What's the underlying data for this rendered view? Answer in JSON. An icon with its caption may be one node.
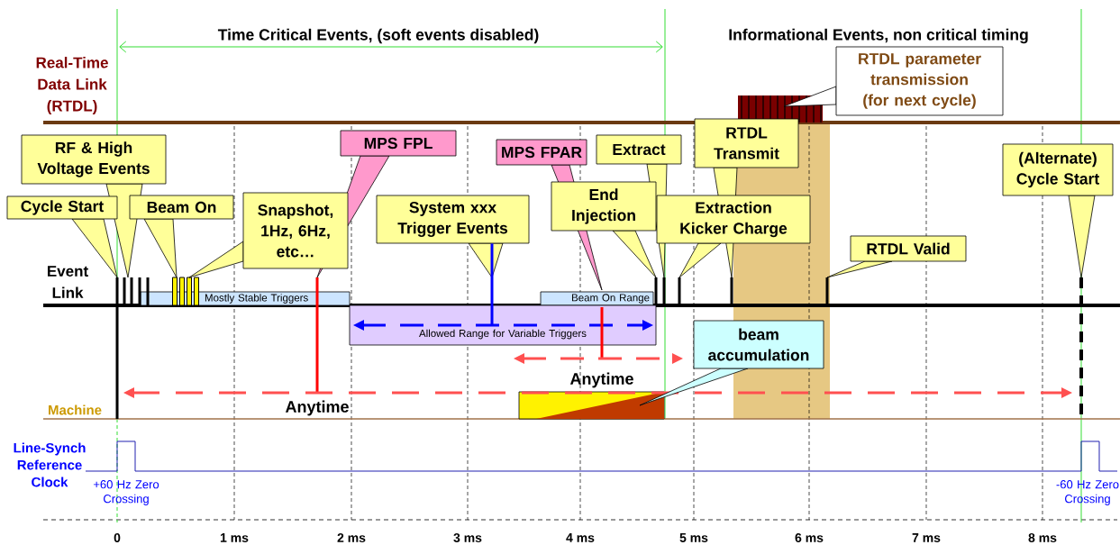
{
  "diagram": {
    "nodes": [
      {
        "text": [
          "RTDL parameter transmission (for next cycle)"
        ]
      },
      {
        "text": [
          "RF & High Voltage Events"
        ]
      },
      {
        "text": [
          "MPS FPL"
        ]
      },
      {
        "text": [
          "MPS FPAR"
        ]
      },
      {
        "text": [
          "Extract"
        ]
      },
      {
        "text": [
          "RTDL Transmit"
        ]
      },
      {
        "text": [
          "(Alternate) Cycle Start"
        ]
      },
      {
        "text": [
          "Cycle Start"
        ]
      },
      {
        "text": [
          "Beam On"
        ]
      },
      {
        "text": [
          "Snapshot, 1Hz, 6Hz, etc…"
        ]
      },
      {
        "text": [
          "System xxx Trigger Events"
        ]
      },
      {
        "text": [
          "End Injection"
        ]
      },
      {
        "text": [
          "Extraction Kicker Charge"
        ]
      },
      {
        "text": [
          "RTDL Valid"
        ]
      },
      {
        "text": [
          "Mostly Stable Triggers"
        ]
      },
      {
        "text": [
          "Beam On Range"
        ]
      },
      {
        "text": [
          "Allowed Range for Variable Triggers"
        ]
      },
      {
        "text": [
          "beam accumulation"
        ]
      }
    ],
    "edges": [
      {
        "from": 10,
        "to": 16,
        "arrow": "none",
        "color": "#0000ff"
      }
    ],
    "labels": [
      "Time Critical Events, (soft events disabled)",
      "Informational Events, non critical timing",
      "Real-Time Data Link (RTDL)",
      "Event Link",
      "Anytime",
      "Anytime",
      "Machine",
      "Line-Synch Reference Clock",
      "+60 Hz Zero Crossing",
      "-60 Hz Zero Crossing",
      "0",
      "1 ms",
      "2 ms",
      "3 ms",
      "4 ms",
      "5 ms",
      "6 ms",
      "7 ms",
      "8 ms"
    ]
  }
}
